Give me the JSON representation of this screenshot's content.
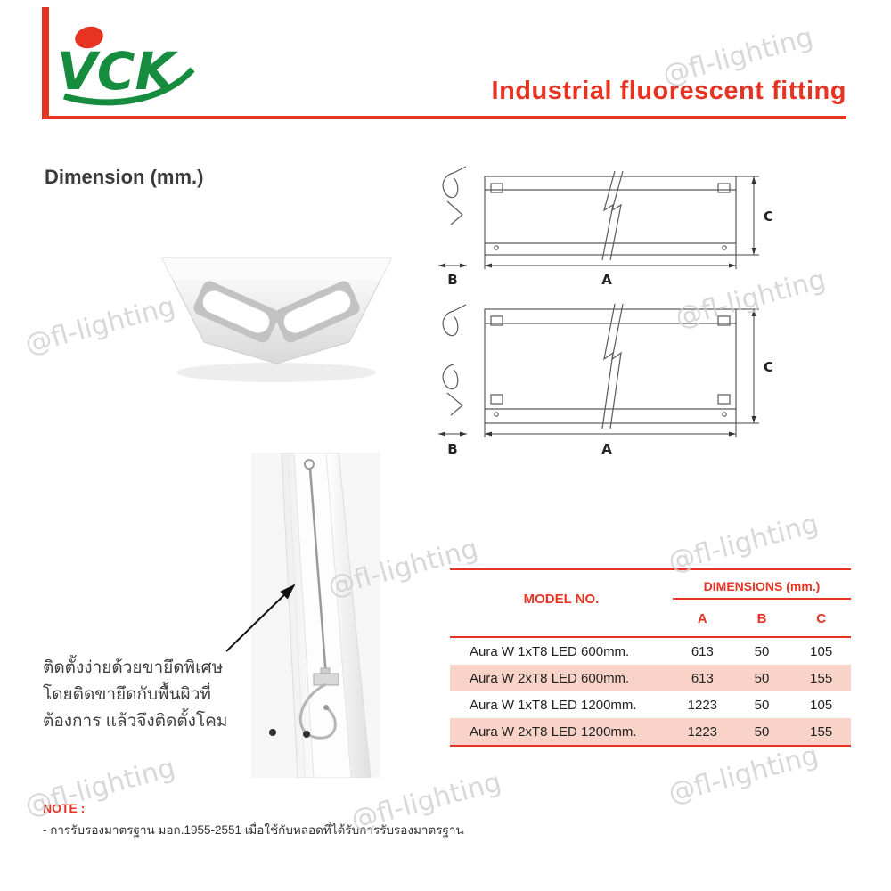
{
  "page": {
    "watermark": "@fl-lighting"
  },
  "header": {
    "logo": "VCK",
    "title": "Industrial fluorescent fitting"
  },
  "content": {
    "dimension_heading": "Dimension (mm.)"
  },
  "drawings": {
    "label_a": "A",
    "label_b": "B",
    "label_c": "C"
  },
  "install_note": {
    "line1": "ติดตั้งง่ายด้วยขายึดพิเศษ",
    "line2": "โดยติดขายึดกับพื้นผิวที่",
    "line3": "ต้องการ แล้วจึงติดตั้งโคม"
  },
  "table": {
    "model_header": "MODEL NO.",
    "dimensions_header": "DIMENSIONS (mm.)",
    "col_a": "A",
    "col_b": "B",
    "col_c": "C",
    "rows": [
      {
        "model": "Aura W 1xT8 LED 600mm.",
        "a": "613",
        "b": "50",
        "c": "105"
      },
      {
        "model": "Aura W 2xT8 LED 600mm.",
        "a": "613",
        "b": "50",
        "c": "155"
      },
      {
        "model": "Aura W 1xT8 LED 1200mm.",
        "a": "1223",
        "b": "50",
        "c": "105"
      },
      {
        "model": "Aura W 2xT8 LED 1200mm.",
        "a": "1223",
        "b": "50",
        "c": "155"
      }
    ]
  },
  "note": {
    "label": "NOTE :",
    "text": "-  การรับรองมาตรฐาน มอก.1955-2551 เมื่อใช้กับหลอดที่ได้รับการรับรองมาตรฐาน"
  },
  "colors": {
    "accent_red": "#e63322",
    "logo_green": "#168c3f",
    "row_pink": "#f9d3c8"
  }
}
